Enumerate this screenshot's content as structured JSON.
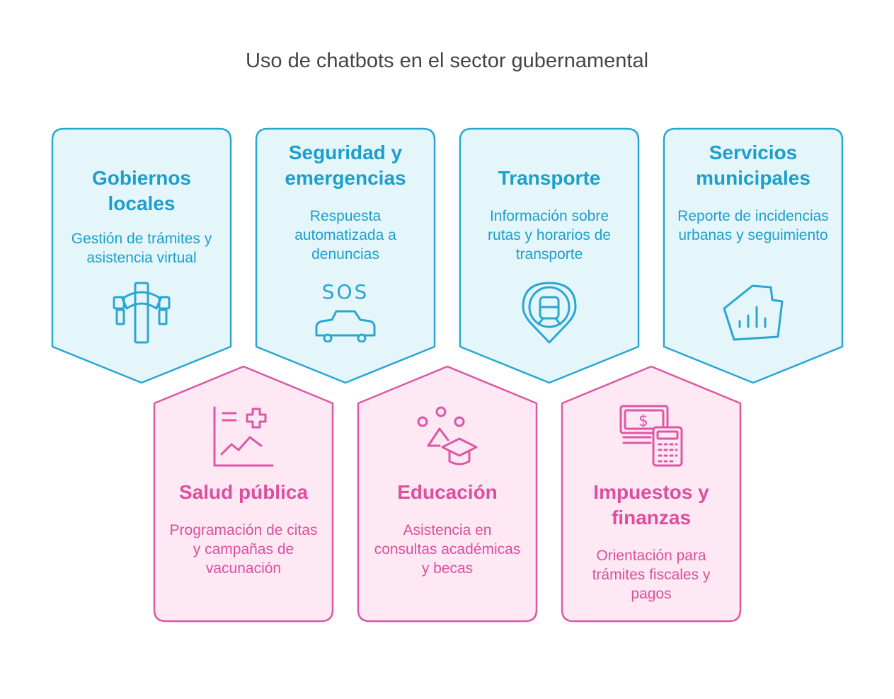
{
  "title": "Uso de chatbots en el sector gubernamental",
  "colors": {
    "blue_stroke": "#2aa6d2",
    "blue_fill": "#e5f6fb",
    "blue_text": "#1c9fcc",
    "pink_stroke": "#dd58a4",
    "pink_fill": "#fde8f4",
    "pink_text": "#dd4f9c"
  },
  "cards": [
    {
      "title": "Gobiernos locales",
      "description": "Gestión de trámites y asistencia virtual",
      "icon": "government-building-icon"
    },
    {
      "title": "Seguridad y emergencias",
      "description": "Respuesta automatizada a denuncias",
      "icon": "sos-car-icon",
      "icon_text": "SOS"
    },
    {
      "title": "Transporte",
      "description": "Información sobre rutas y horarios de transporte",
      "icon": "transit-location-pin-icon"
    },
    {
      "title": "Servicios municipales",
      "description": "Reporte de incidencias urbanas y seguimiento",
      "icon": "city-map-chart-icon"
    },
    {
      "title": "Salud pública",
      "description": "Programación de citas y campañas de vacunación",
      "icon": "health-chart-cross-icon"
    },
    {
      "title": "Educación",
      "description": "Asistencia en consultas académicas y becas",
      "icon": "graduation-cap-icon"
    },
    {
      "title": "Impuestos y finanzas",
      "description": "Orientación para trámites fiscales y pagos",
      "icon": "money-calculator-icon",
      "icon_text": "$"
    }
  ]
}
